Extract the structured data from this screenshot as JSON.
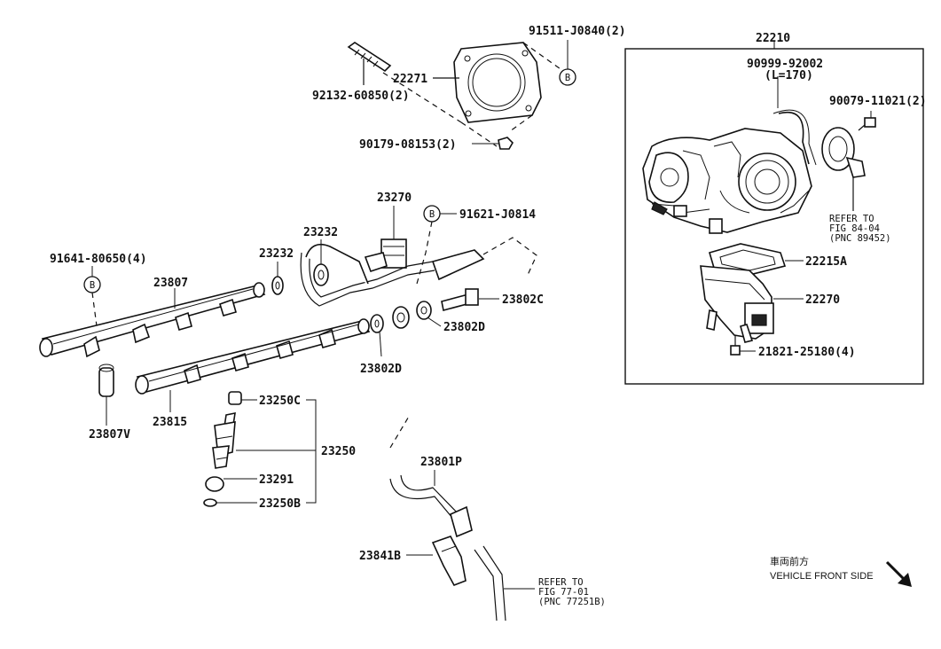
{
  "labels": {
    "p22210": "22210",
    "p22271": "22271",
    "p91511": "91511-J0840(2)",
    "p92132": "92132-60850(2)",
    "p90179": "90179-08153(2)",
    "p90999": "90999-92002",
    "p90999_len": "(L=170)",
    "p90079": "90079-11021(2)",
    "ref84_1": "REFER TO",
    "ref84_2": "FIG 84-04",
    "ref84_3": "(PNC 89452)",
    "p22215A": "22215A",
    "p22270": "22270",
    "p21821": "21821-25180(4)",
    "p23270": "23270",
    "p91621": "91621-J0814",
    "p23232a": "23232",
    "p23232b": "23232",
    "p91641": "91641-80650(4)",
    "p23807": "23807",
    "p23802C": "23802C",
    "p23802Da": "23802D",
    "p23802Db": "23802D",
    "p23807V": "23807V",
    "p23815": "23815",
    "p23250C": "23250C",
    "p23250": "23250",
    "p23291": "23291",
    "p23250B": "23250B",
    "p23801P": "23801P",
    "p23841B": "23841B",
    "ref77_1": "REFER TO",
    "ref77_2": "FIG 77-01",
    "ref77_3": "(PNC 77251B)",
    "front_jp": "車両前方",
    "front_en": "VEHICLE FRONT SIDE",
    "bolt_marker": "B"
  }
}
